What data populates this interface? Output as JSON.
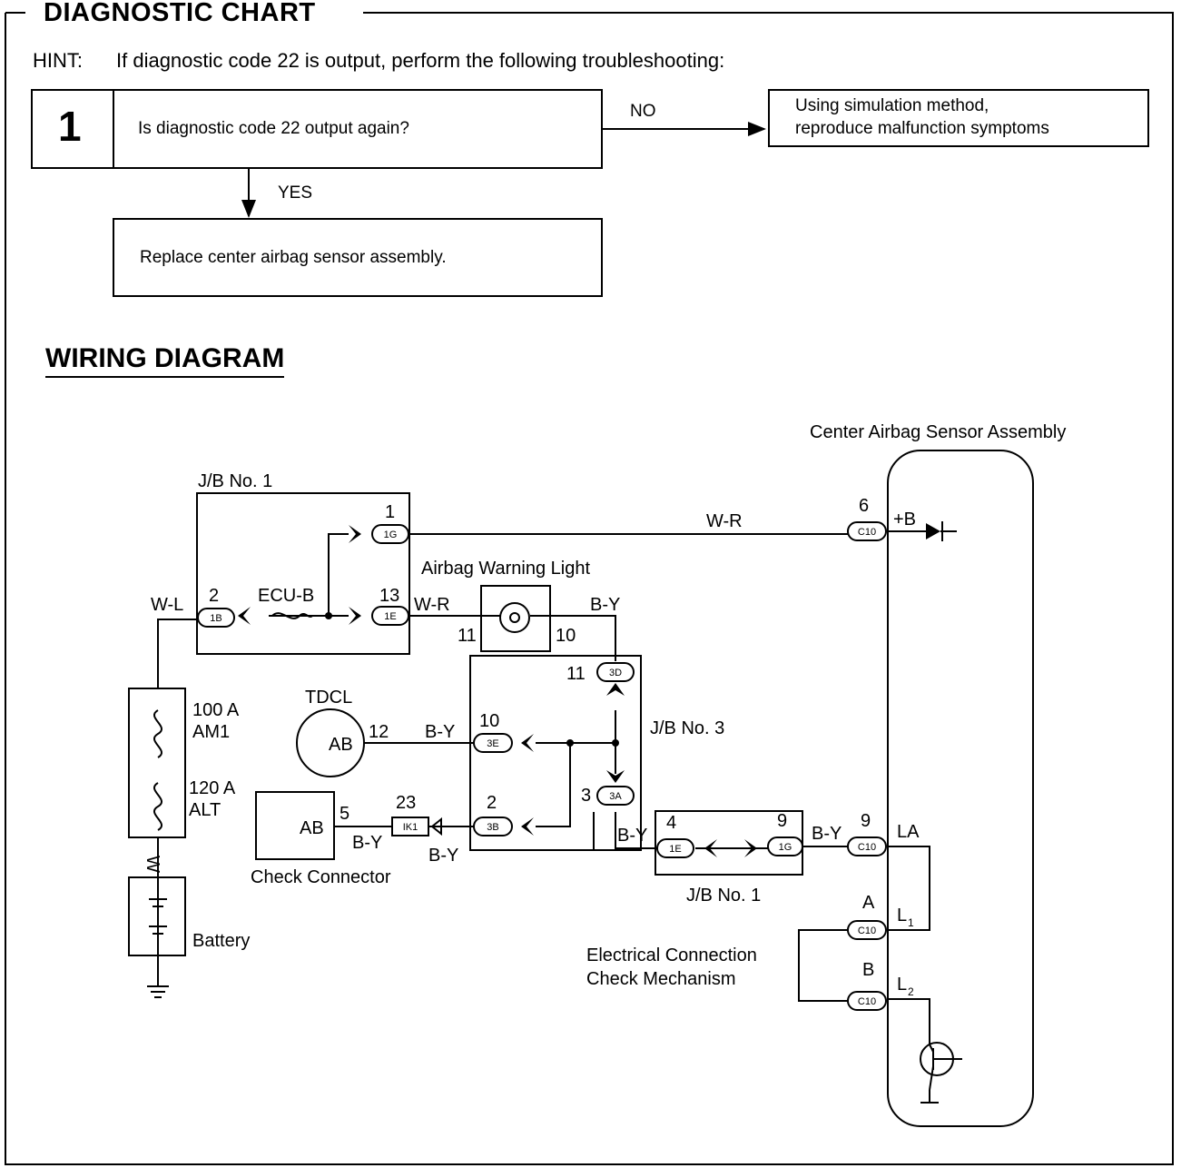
{
  "chart": {
    "title": "DIAGNOSTIC CHART",
    "hint_label": "HINT:",
    "hint_text": "If diagnostic code 22 is output, perform the following troubleshooting:",
    "step_number": "1",
    "step_question": "Is diagnostic code 22 output again?",
    "no_label": "NO",
    "no_action_line1": "Using simulation method,",
    "no_action_line2": "reproduce malfunction symptoms",
    "yes_label": "YES",
    "yes_action": "Replace center airbag sensor assembly."
  },
  "wiring": {
    "title": "WIRING DIAGRAM",
    "labels": {
      "center_airbag": "Center Airbag Sensor Assembly",
      "jb1_top": "J/B No. 1",
      "jb1_bottom": "J/B No. 1",
      "jb3": "J/B No. 3",
      "airbag_light": "Airbag Warning Light",
      "tdcl": "TDCL",
      "check_connector": "Check Connector",
      "battery": "Battery",
      "ecu_b": "ECU-B",
      "fuse_am1_a": "100 A",
      "fuse_am1_b": "AM1",
      "fuse_alt_a": "120 A",
      "fuse_alt_b": "ALT",
      "ecc_line1": "Electrical Connection",
      "ecc_line2": "Check Mechanism",
      "plus_b": "+B",
      "la": "LA",
      "l1": "L",
      "l1_sub": "1",
      "l2": "L",
      "l2_sub": "2",
      "ab_tdcl": "AB",
      "ab_check": "AB"
    },
    "wires": {
      "w_r_top": "W-R",
      "w_r_mid": "W-R",
      "w_l": "W-L",
      "b_y_light": "B-Y",
      "b_y_tdcl": "B-Y",
      "b_y_check1": "B-Y",
      "b_y_check2": "B-Y",
      "b_y_jb3": "B-Y",
      "b_y_c10": "B-Y",
      "w_batt": "W"
    },
    "pins": {
      "p1": "1",
      "p13": "13",
      "p2": "2",
      "p6": "6",
      "p11a": "11",
      "p10a": "10",
      "p11b": "11",
      "p10b": "10",
      "p12": "12",
      "p2b": "2",
      "p3": "3",
      "p5": "5",
      "p23": "23",
      "p4": "4",
      "p9a": "9",
      "p9b": "9",
      "pA": "A",
      "pB": "B"
    },
    "connectors": {
      "c1g": "1G",
      "c1e": "1E",
      "c1b": "1B",
      "c10_6": "C10",
      "c3d": "3D",
      "c3e": "3E",
      "c3b": "3B",
      "c3a": "3A",
      "cik1": "IK1",
      "c1e_b": "1E",
      "c1g_b": "1G",
      "c10_9": "C10",
      "c10_a": "C10",
      "c10_b": "C10"
    }
  }
}
